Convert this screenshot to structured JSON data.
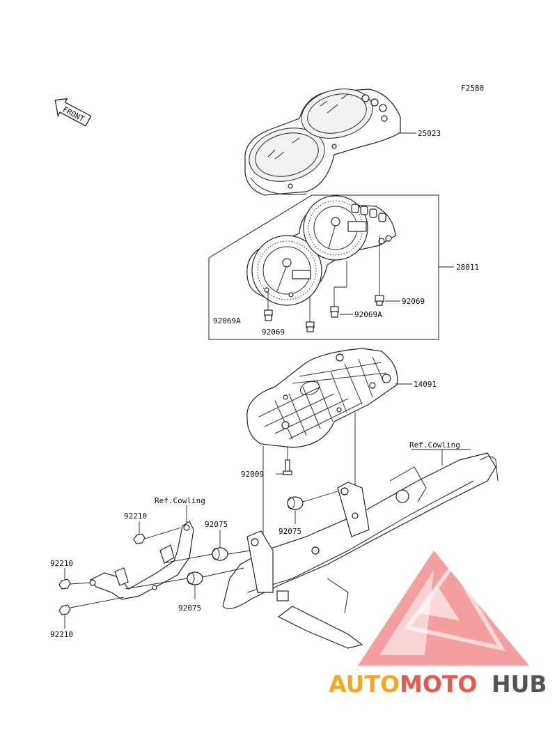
{
  "figure_code": "F2580",
  "front_label": "FRONT",
  "callouts": {
    "cover": "25023",
    "meter_assembly": "28011",
    "screw_right": "92069",
    "screw_a_left": "92069A",
    "screw_bottom": "92069",
    "screw_a_mid": "92069A",
    "case": "14091",
    "ref_cowling_right": "Ref.Cowling",
    "ref_cowling_left": "Ref.Cowling",
    "screw_case": "92009",
    "nut_top": "92210",
    "damper_mid": "92075",
    "damper_right": "92075",
    "nut_left": "92210",
    "nut_bottom": "92210",
    "damper_bottom": "92075"
  },
  "watermark": {
    "part1": "AUTO",
    "part2": "MOTO",
    "part3": "HUB",
    "colors": {
      "auto": "#f5a623",
      "moto": "#e85a4f",
      "hub": "#555555",
      "triangle": "#f08080"
    }
  }
}
